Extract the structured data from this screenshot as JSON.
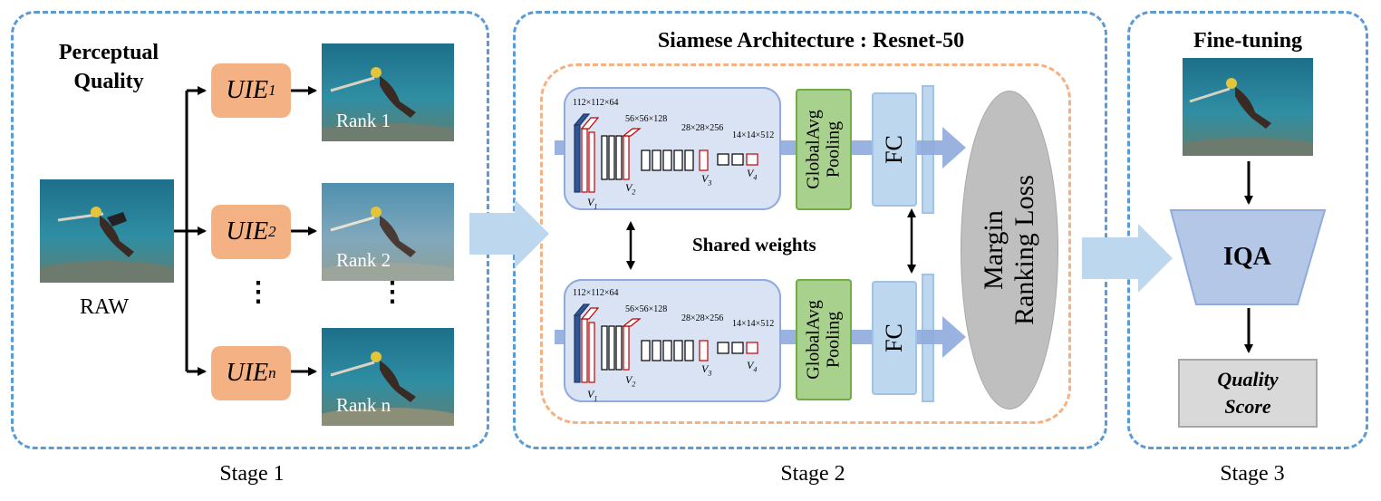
{
  "stage1": {
    "title_line1": "Perceptual",
    "title_line2": "Quality",
    "raw_label": "RAW",
    "uie": [
      {
        "base": "UIE",
        "sub": "1"
      },
      {
        "base": "UIE",
        "sub": "2"
      },
      {
        "base": "UIE",
        "sub": "n"
      }
    ],
    "ranks": [
      "Rank 1",
      "Rank 2",
      "Rank n"
    ],
    "dots": "⋮",
    "stage_label": "Stage 1"
  },
  "stage2": {
    "title": "Siamese Architecture : Resnet-50",
    "dims": [
      "112×112×64",
      "56×56×128",
      "28×28×256",
      "14×14×512"
    ],
    "vlabels": [
      {
        "base": "V",
        "sub": "1"
      },
      {
        "base": "V",
        "sub": "2"
      },
      {
        "base": "V",
        "sub": "3"
      },
      {
        "base": "V",
        "sub": "4"
      }
    ],
    "pooling_line1": "GlobalAvg",
    "pooling_line2": "Pooling",
    "fc_label": "FC",
    "loss_line1": "Margin",
    "loss_line2": "Ranking Loss",
    "shared_label": "Shared weights",
    "stage_label": "Stage 2"
  },
  "stage3": {
    "title": "Fine-tuning",
    "iqa_label": "IQA",
    "score_line1": "Quality",
    "score_line2": "Score",
    "stage_label": "Stage 3"
  },
  "colors": {
    "stage_border": "#5b9bd5",
    "inner_border": "#f4b183",
    "uie_fill": "#f4b183",
    "panel_fill": "#dae3f3",
    "pooling_fill": "#a9d18e",
    "fc_fill": "#bdd7ee",
    "loss_fill": "#bfbfbf",
    "iqa_fill": "#b4c7e7",
    "arrow_fill": "#bdd7ee"
  }
}
